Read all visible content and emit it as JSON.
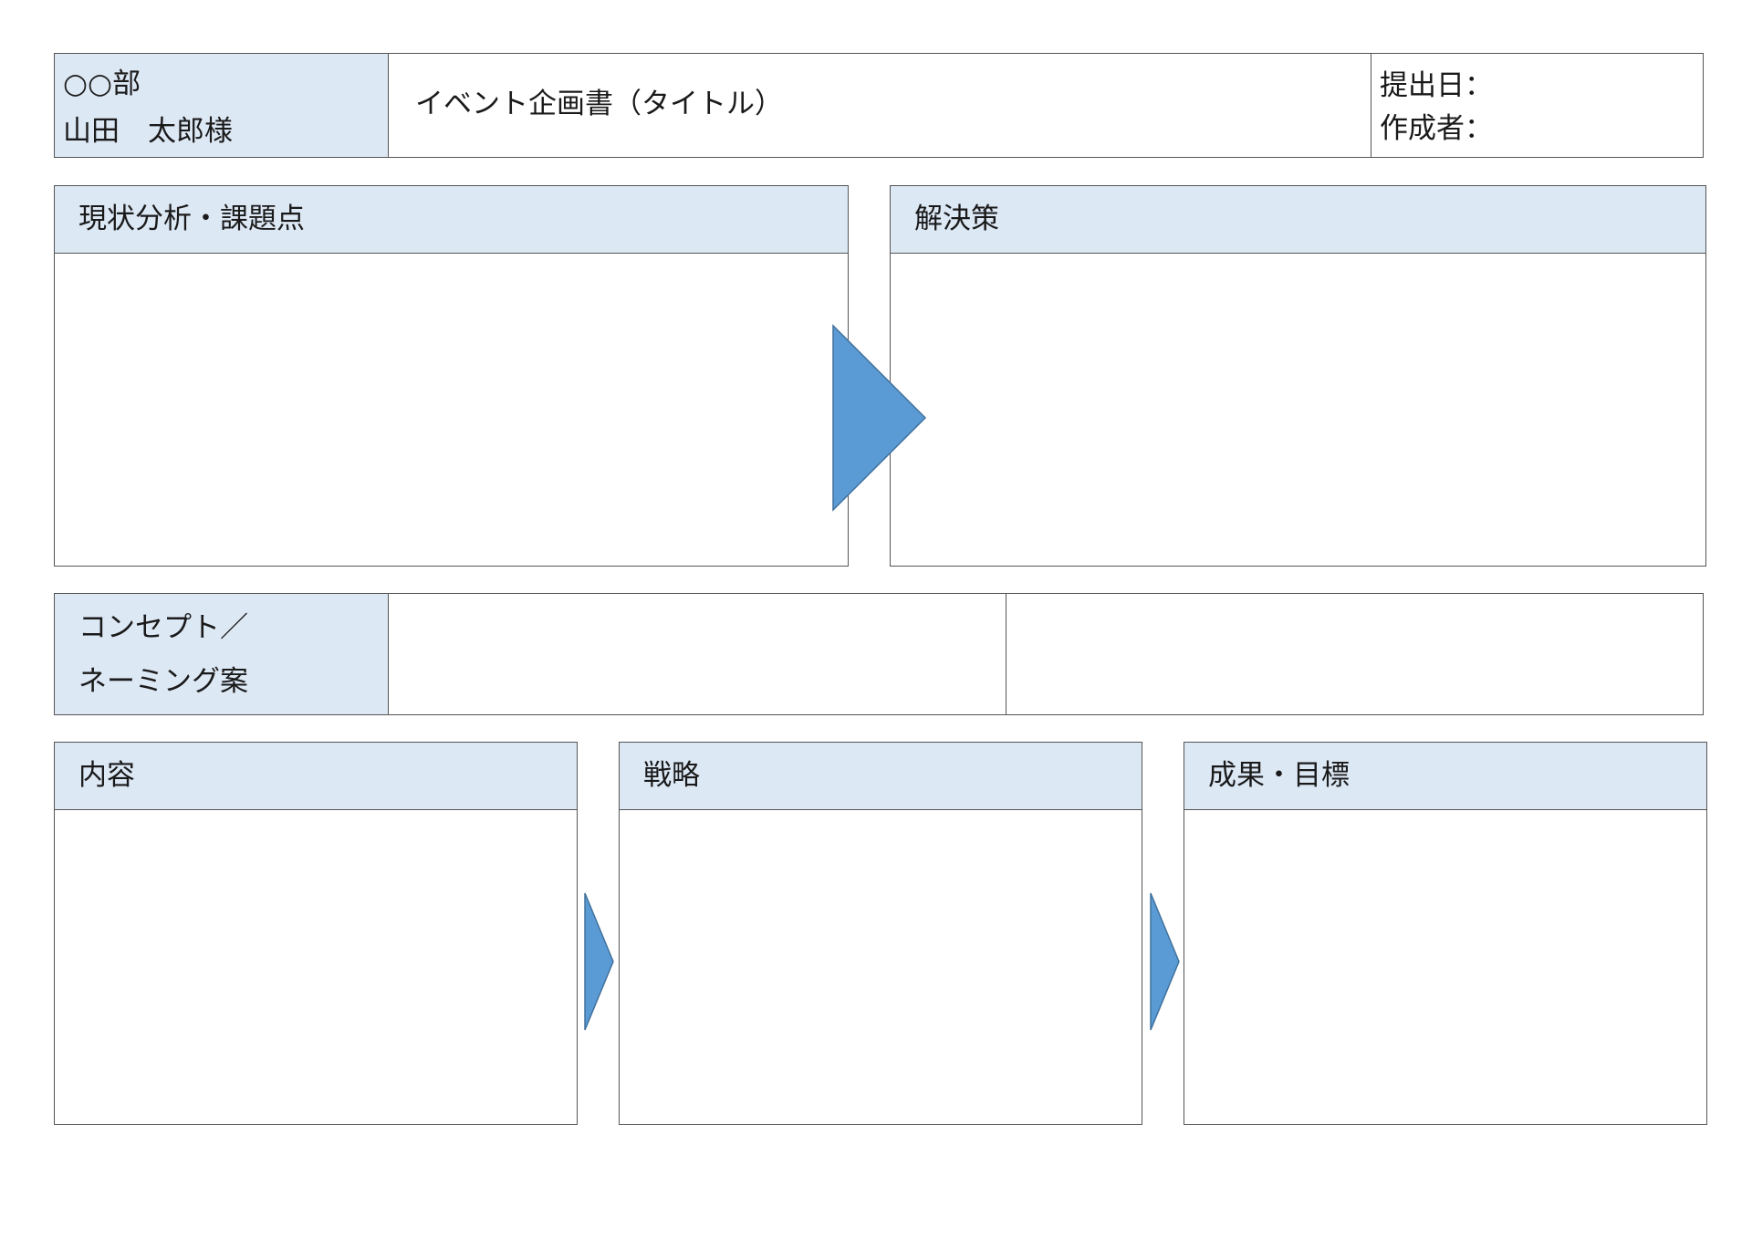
{
  "header": {
    "department": "○○部",
    "recipient": "山田　太郎様",
    "title": "イベント企画書（タイトル）",
    "submit_date_label": "提出日：",
    "author_label": "作成者："
  },
  "top_panels": {
    "analysis_label": "現状分析・課題点",
    "solution_label": "解決策"
  },
  "concept": {
    "label_line1": "コンセプト／",
    "label_line2": "ネーミング案"
  },
  "bottom_panels": {
    "content_label": "内容",
    "strategy_label": "戦略",
    "result_label": "成果・目標"
  },
  "colors": {
    "header_fill": "#dde8f5",
    "arrow_fill": "#5b9bd5",
    "border": "#555555"
  },
  "icons": {
    "flow_arrow": "right-triangle-arrow"
  }
}
